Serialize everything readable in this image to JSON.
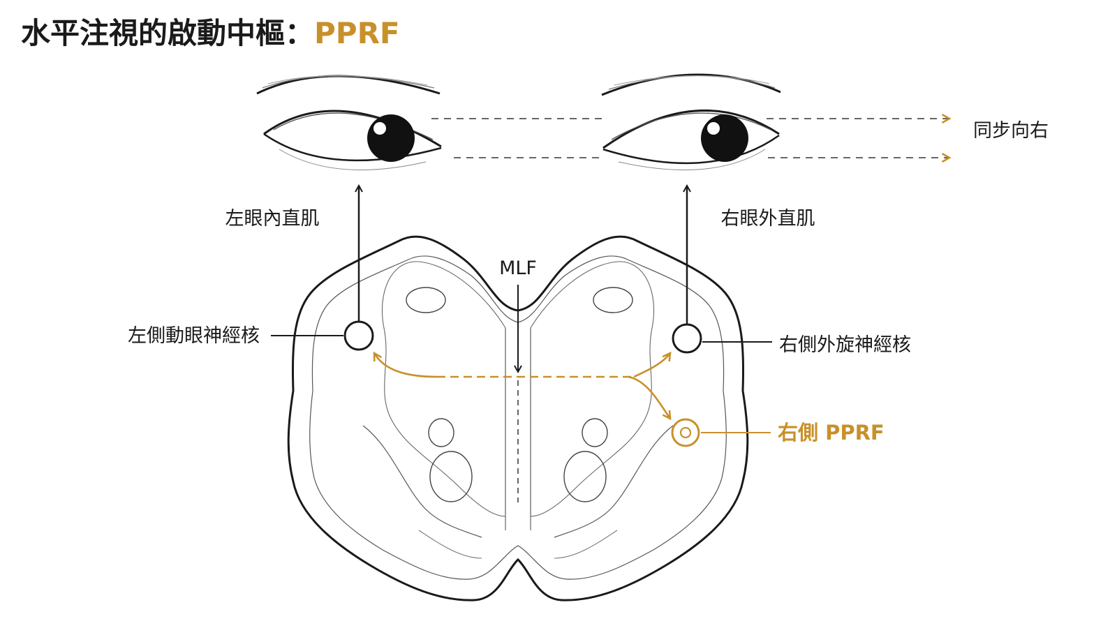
{
  "title": {
    "main": "水平注視的啟動中樞：",
    "accent": "PPRF"
  },
  "labels": {
    "sync_right": "同步向右",
    "left_medial_rectus": "左眼內直肌",
    "right_lateral_rectus": "右眼外直肌",
    "mlf": "MLF",
    "left_oculomotor_nucleus": "左側動眼神經核",
    "right_abducens_nucleus": "右側外旋神經核",
    "right_pprf": "右側 PPRF"
  },
  "colors": {
    "accent": "#C8902A",
    "ink": "#1a1a1a",
    "line": "#444444"
  }
}
